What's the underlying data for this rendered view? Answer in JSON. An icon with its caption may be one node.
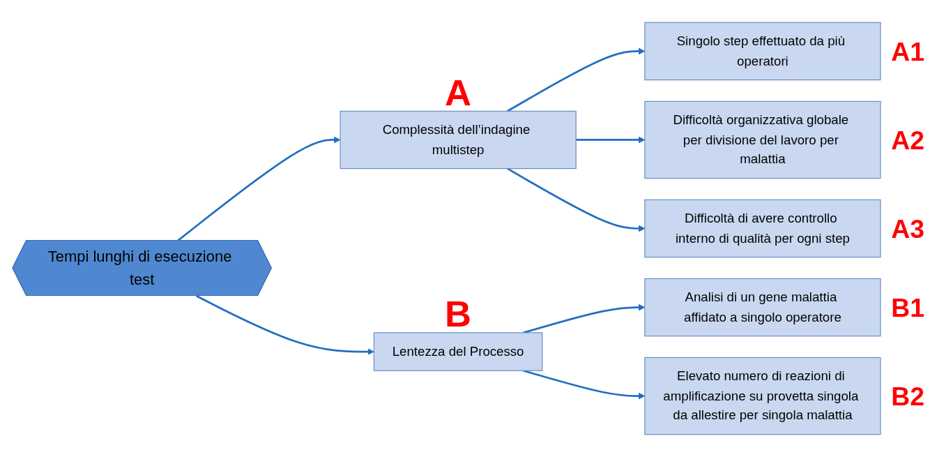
{
  "diagram": {
    "nodes": [
      {
        "text": [
          "Tempi lunghi di esecuzione test"
        ]
      },
      {
        "text": [
          "Complessità dell’indagine multistep"
        ],
        "beside": [
          "A"
        ]
      },
      {
        "text": [
          "Lentezza del Processo"
        ],
        "beside": [
          "B"
        ]
      },
      {
        "text": [
          "Singolo step effettuato da più operatori"
        ],
        "beside": [
          "A1"
        ]
      },
      {
        "text": [
          "Difficoltà organizzativa globale per divisione del lavoro per malattia"
        ],
        "beside": [
          "A2"
        ]
      },
      {
        "text": [
          "Difficoltà di avere controllo interno di qualità per ogni step"
        ],
        "beside": [
          "A3"
        ]
      },
      {
        "text": [
          "Analisi di un gene malattia affidato a singolo operatore"
        ],
        "beside": [
          "B1"
        ]
      },
      {
        "text": [
          "Elevato numero di reazioni di amplificazione su provetta singola da allestire per singola malattia"
        ],
        "beside": [
          "B2"
        ]
      }
    ],
    "edges": [
      {
        "from": 0,
        "to": 1,
        "arrow": "to"
      },
      {
        "from": 0,
        "to": 2,
        "arrow": "to"
      },
      {
        "from": 1,
        "to": 3,
        "arrow": "to"
      },
      {
        "from": 1,
        "to": 4,
        "arrow": "to"
      },
      {
        "from": 1,
        "to": 5,
        "arrow": "to"
      },
      {
        "from": 2,
        "to": 6,
        "arrow": "to"
      },
      {
        "from": 2,
        "to": 7,
        "arrow": "to"
      }
    ]
  }
}
